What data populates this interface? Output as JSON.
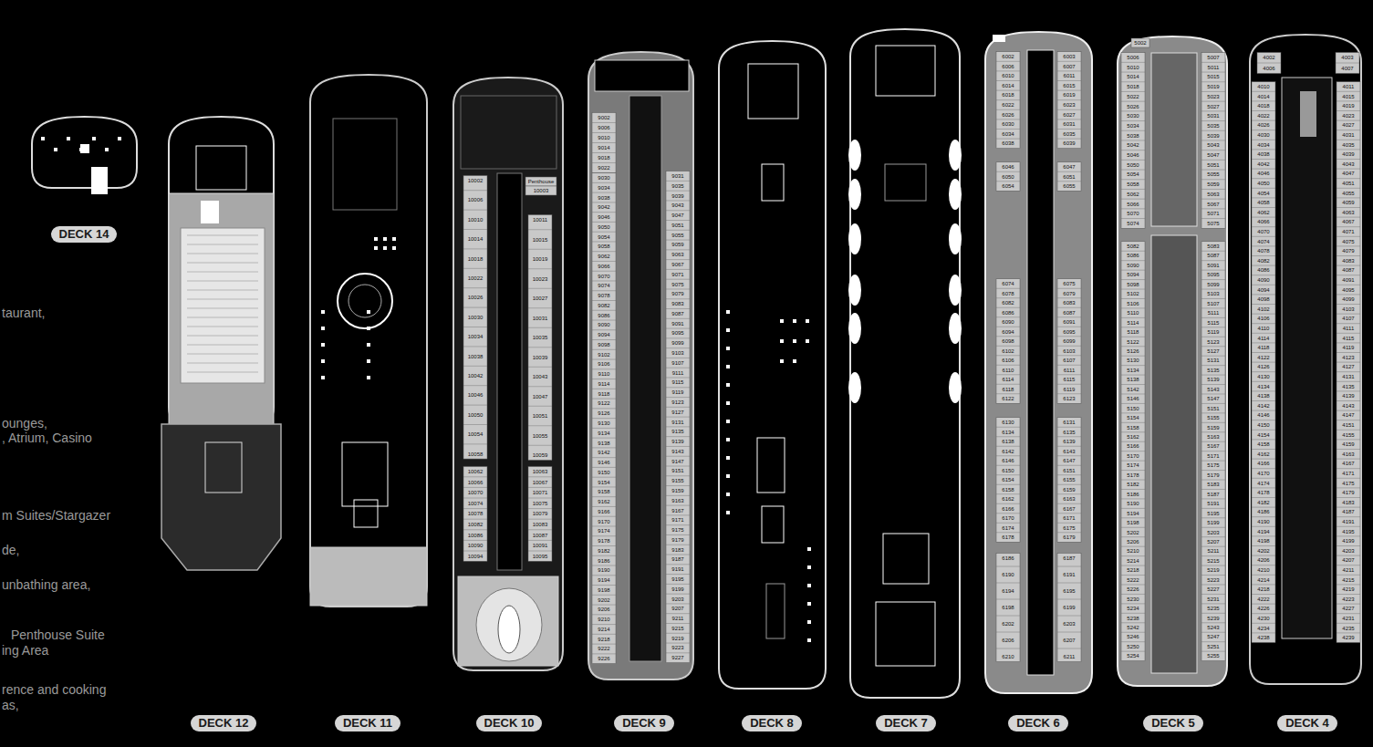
{
  "diagram": {
    "nodes": [
      {
        "text": [
          "DECK 14"
        ]
      },
      {
        "text": [
          "DECK 12"
        ]
      },
      {
        "text": [
          "DECK 11"
        ]
      },
      {
        "text": [
          "DECK 10"
        ]
      },
      {
        "text": [
          "DECK 9"
        ]
      },
      {
        "text": [
          "DECK 8"
        ]
      },
      {
        "text": [
          "DECK 7"
        ]
      },
      {
        "text": [
          "DECK 6"
        ]
      },
      {
        "text": [
          "DECK 5"
        ]
      },
      {
        "text": [
          "DECK 4"
        ]
      }
    ],
    "labels": [
      "taurant,",
      "ounges,",
      ", Atrium, Casino",
      "m Suites/Stargazer",
      "de,",
      "unbathing area,",
      "Penthouse Suite",
      "ing Area",
      "rence and cooking",
      "as,",
      "Penthouse",
      "10002",
      "10006",
      "10010",
      "10014",
      "10018",
      "10022",
      "10026",
      "10030",
      "10034",
      "10038",
      "10042",
      "10046",
      "10050",
      "10054",
      "10058",
      "10062",
      "10066",
      "10070",
      "10074",
      "10078",
      "10082",
      "10086",
      "10090",
      "10094",
      "10003",
      "10011",
      "10015",
      "10019",
      "10023",
      "10027",
      "10031",
      "10035",
      "10039",
      "10043",
      "10047",
      "10051",
      "10055",
      "10059",
      "10063",
      "10067",
      "10071",
      "10075",
      "10079",
      "10083",
      "10087",
      "10091",
      "10095",
      "9002",
      "9006",
      "9010",
      "9014",
      "9018",
      "9022",
      "9030",
      "9034",
      "9038",
      "9042",
      "9046",
      "9050",
      "9054",
      "9058",
      "9062",
      "9066",
      "9070",
      "9074",
      "9078",
      "9082",
      "9086",
      "9090",
      "9094",
      "9098",
      "9102",
      "9106",
      "9110",
      "9114",
      "9118",
      "9122",
      "9126",
      "9130",
      "9134",
      "9138",
      "9142",
      "9146",
      "9150",
      "9154",
      "9158",
      "9162",
      "9166",
      "9170",
      "9174",
      "9178",
      "9182",
      "9186",
      "9190",
      "9194",
      "9198",
      "9202",
      "9206",
      "9210",
      "9214",
      "9218",
      "9222",
      "9226",
      "9031",
      "9035",
      "9039",
      "9043",
      "9047",
      "9051",
      "9055",
      "9059",
      "9063",
      "9067",
      "9071",
      "9075",
      "9079",
      "9083",
      "9087",
      "9091",
      "9095",
      "9099",
      "9103",
      "9107",
      "9111",
      "9115",
      "9119",
      "9123",
      "9127",
      "9131",
      "9135",
      "9139",
      "9143",
      "9147",
      "9151",
      "9155",
      "9159",
      "9163",
      "9167",
      "9171",
      "9175",
      "9179",
      "9183",
      "9187",
      "9191",
      "9195",
      "9199",
      "9203",
      "9207",
      "9211",
      "9215",
      "9219",
      "9223",
      "9227",
      "6002",
      "6006",
      "6010",
      "6014",
      "6018",
      "6022",
      "6026",
      "6030",
      "6034",
      "6038",
      "6046",
      "6050",
      "6054",
      "6074",
      "6078",
      "6082",
      "6086",
      "6090",
      "6094",
      "6098",
      "6102",
      "6106",
      "6110",
      "6114",
      "6118",
      "6122",
      "6130",
      "6134",
      "6138",
      "6142",
      "6146",
      "6150",
      "6154",
      "6158",
      "6162",
      "6166",
      "6170",
      "6174",
      "6178",
      "6186",
      "6190",
      "6194",
      "6198",
      "6202",
      "6206",
      "6210",
      "6003",
      "6007",
      "6011",
      "6015",
      "6019",
      "6023",
      "6027",
      "6031",
      "6035",
      "6039",
      "6047",
      "6051",
      "6055",
      "6075",
      "6079",
      "6083",
      "6087",
      "6091",
      "6095",
      "6099",
      "6103",
      "6107",
      "6111",
      "6115",
      "6119",
      "6123",
      "6131",
      "6135",
      "6139",
      "6143",
      "6147",
      "6151",
      "6155",
      "6159",
      "6163",
      "6167",
      "6171",
      "6175",
      "6179",
      "6187",
      "6191",
      "6195",
      "6199",
      "6203",
      "6207",
      "6211",
      "5002",
      "5006",
      "5010",
      "5014",
      "5018",
      "5022",
      "5026",
      "5030",
      "5034",
      "5038",
      "5042",
      "5046",
      "5050",
      "5054",
      "5058",
      "5062",
      "5066",
      "5070",
      "5074",
      "5082",
      "5086",
      "5090",
      "5094",
      "5098",
      "5102",
      "5106",
      "5110",
      "5114",
      "5118",
      "5122",
      "5126",
      "5130",
      "5134",
      "5138",
      "5142",
      "5146",
      "5150",
      "5154",
      "5158",
      "5162",
      "5166",
      "5170",
      "5174",
      "5178",
      "5182",
      "5186",
      "5190",
      "5194",
      "5198",
      "5202",
      "5206",
      "5210",
      "5214",
      "5218",
      "5222",
      "5226",
      "5230",
      "5234",
      "5238",
      "5242",
      "5246",
      "5250",
      "5254",
      "5007",
      "5011",
      "5015",
      "5019",
      "5023",
      "5027",
      "5031",
      "5035",
      "5039",
      "5043",
      "5047",
      "5051",
      "5055",
      "5059",
      "5063",
      "5067",
      "5071",
      "5075",
      "5083",
      "5087",
      "5091",
      "5095",
      "5099",
      "5103",
      "5107",
      "5111",
      "5115",
      "5119",
      "5123",
      "5127",
      "5131",
      "5135",
      "5139",
      "5143",
      "5147",
      "5151",
      "5155",
      "5159",
      "5163",
      "5167",
      "5171",
      "5175",
      "5179",
      "5183",
      "5187",
      "5191",
      "5195",
      "5199",
      "5203",
      "5207",
      "5211",
      "5215",
      "5219",
      "5223",
      "5227",
      "5231",
      "5235",
      "5239",
      "5243",
      "5247",
      "5251",
      "5255",
      "4002",
      "4006",
      "4010",
      "4014",
      "4018",
      "4022",
      "4026",
      "4030",
      "4034",
      "4038",
      "4042",
      "4046",
      "4050",
      "4054",
      "4058",
      "4062",
      "4066",
      "4070",
      "4074",
      "4078",
      "4082",
      "4086",
      "4090",
      "4094",
      "4098",
      "4102",
      "4106",
      "4110",
      "4114",
      "4118",
      "4122",
      "4126",
      "4130",
      "4134",
      "4138",
      "4142",
      "4146",
      "4150",
      "4154",
      "4158",
      "4162",
      "4166",
      "4170",
      "4174",
      "4178",
      "4182",
      "4186",
      "4190",
      "4194",
      "4198",
      "4202",
      "4206",
      "4210",
      "4214",
      "4218",
      "4222",
      "4226",
      "4230",
      "4234",
      "4238",
      "4003",
      "4007",
      "4011",
      "4015",
      "4019",
      "4023",
      "4027",
      "4031",
      "4035",
      "4039",
      "4043",
      "4047",
      "4051",
      "4055",
      "4059",
      "4063",
      "4067",
      "4071",
      "4075",
      "4079",
      "4083",
      "4087",
      "4091",
      "4095",
      "4099",
      "4103",
      "4107",
      "4111",
      "4115",
      "4119",
      "4123",
      "4127",
      "4131",
      "4135",
      "4139",
      "4143",
      "4147",
      "4151",
      "4155",
      "4159",
      "4163",
      "4167",
      "4171",
      "4175",
      "4179",
      "4183",
      "4187",
      "4191",
      "4195",
      "4199",
      "4203",
      "4207",
      "4211",
      "4215",
      "4219",
      "4223",
      "4227",
      "4231",
      "4235",
      "4239"
    ]
  }
}
